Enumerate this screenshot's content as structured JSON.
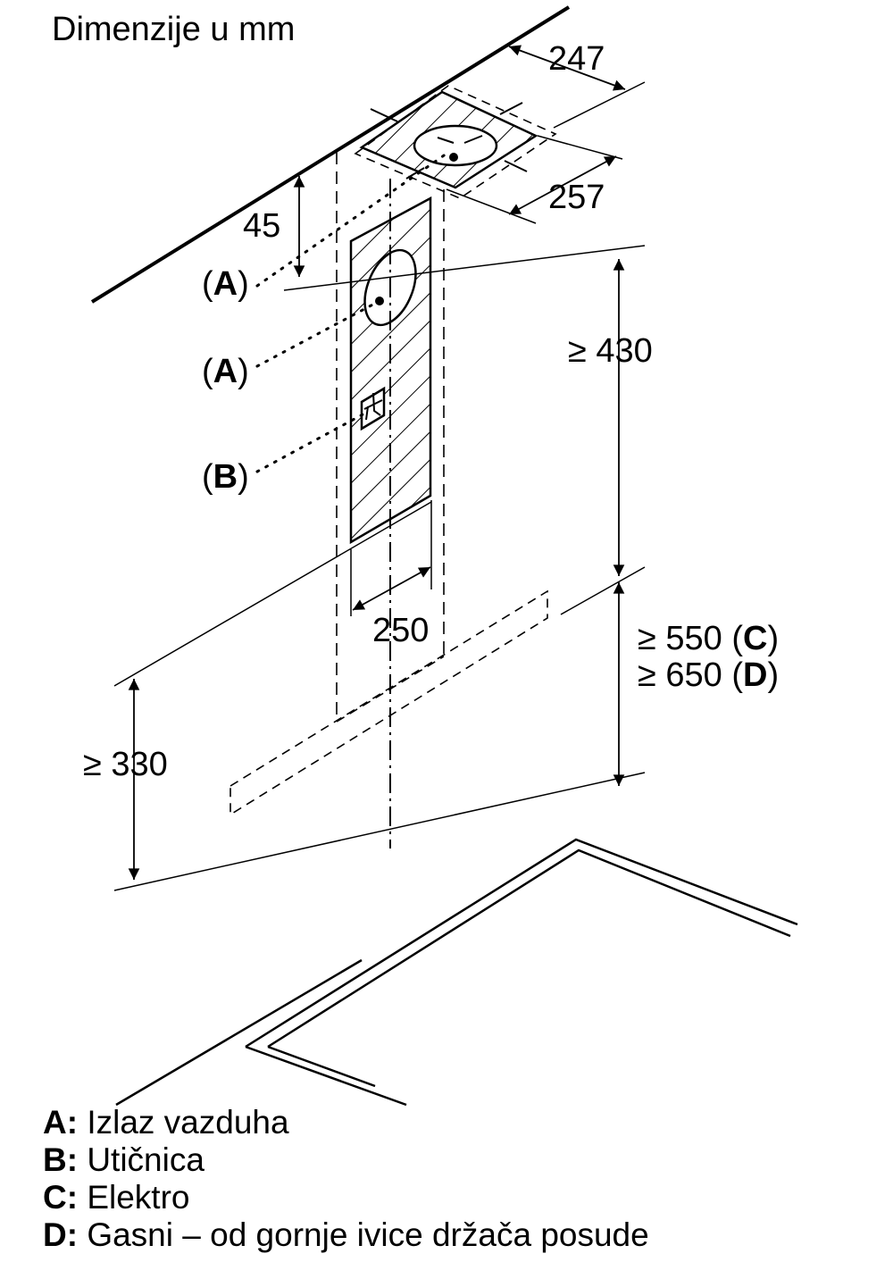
{
  "title": "Dimenzije u mm",
  "dimensions": {
    "d247": "247",
    "d257": "257",
    "d45": "45",
    "d430": "≥ 430",
    "d250": "250",
    "d550_prefix": "≥ 550 (",
    "d550_key": "C",
    "d650_prefix": "≥ 650 (",
    "d650_key": "D",
    "close": ")",
    "d330": "≥ 330"
  },
  "callouts": {
    "a1_key": "A",
    "a2_key": "A",
    "b_key": "B",
    "open": "(",
    "close": ")"
  },
  "legend": [
    {
      "key": "A:",
      "text": " Izlaz vazduha"
    },
    {
      "key": "B:",
      "text": " Utičnica"
    },
    {
      "key": "C:",
      "text": " Elektro"
    },
    {
      "key": "D:",
      "text": " Gasni – od gornje ivice držača posude"
    }
  ]
}
